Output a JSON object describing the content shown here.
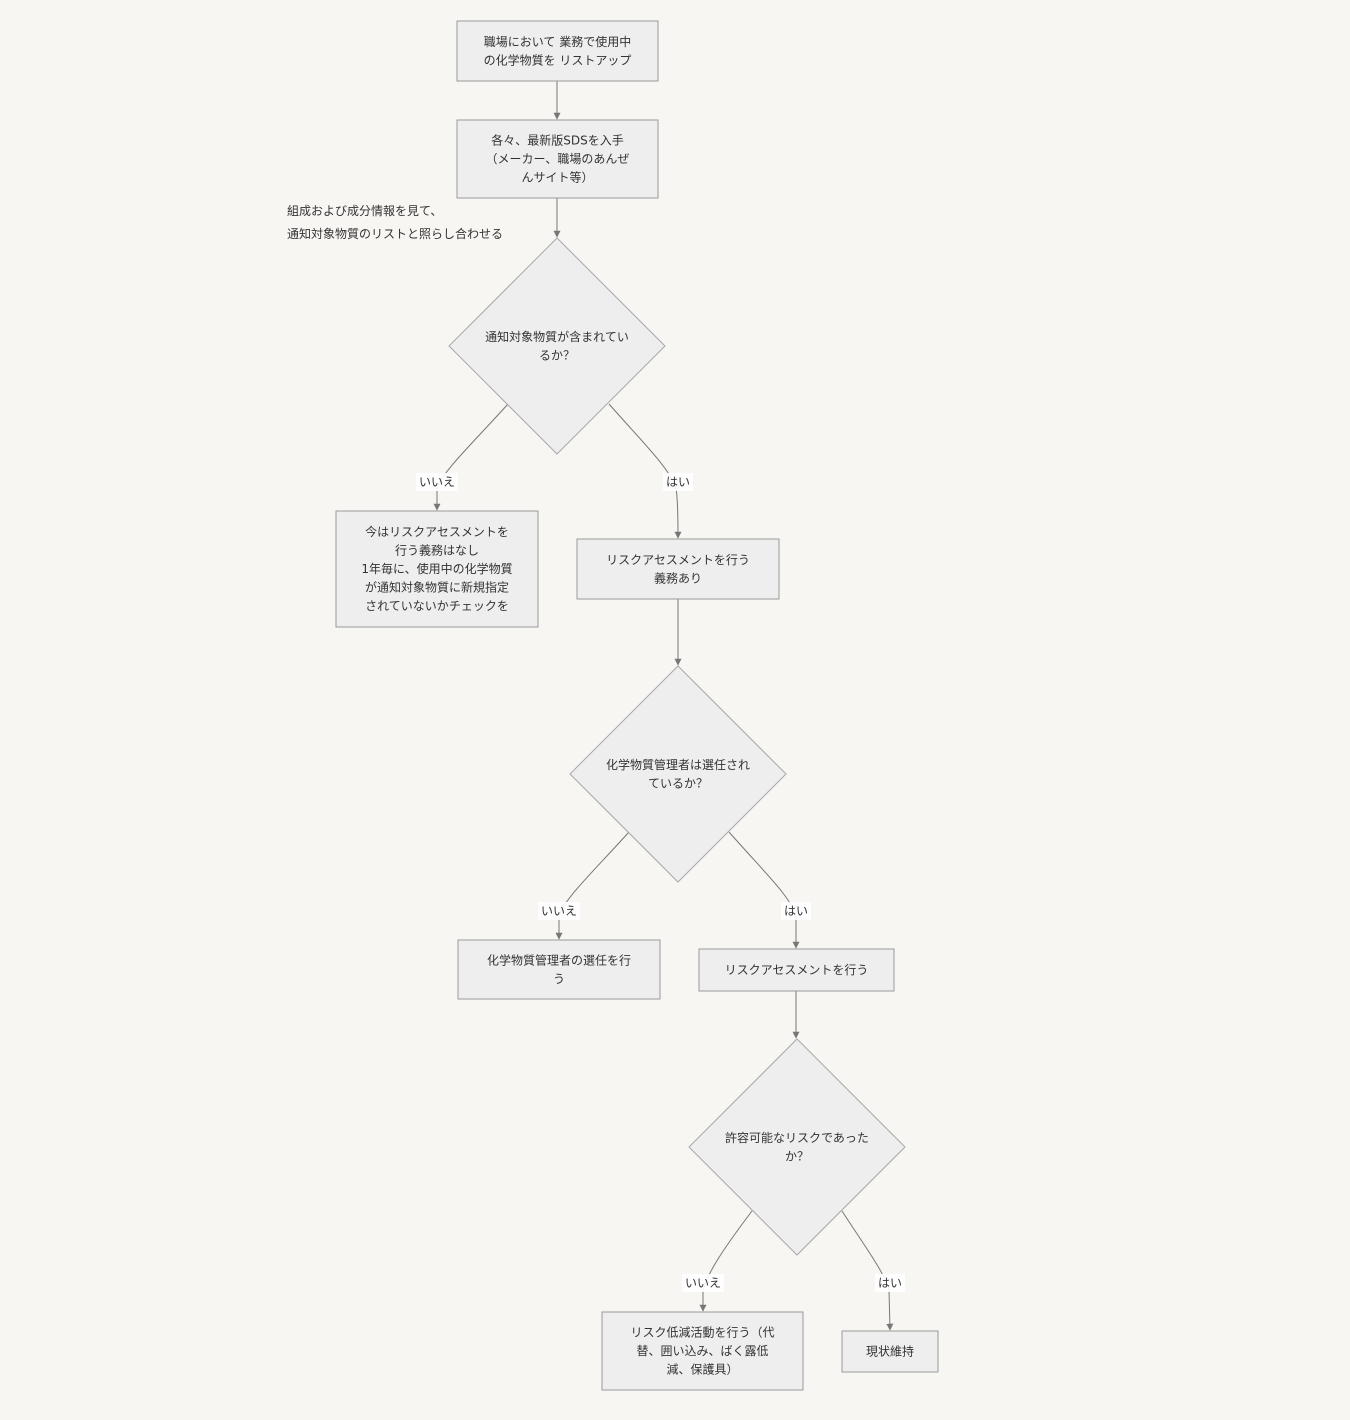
{
  "nodes": {
    "list_chemicals": {
      "lines": [
        "職場において 業務で使用中",
        "の化学物質を リストアップ"
      ]
    },
    "get_sds": {
      "lines": [
        "各々、最新版SDSを入手",
        "（メーカー、職場のあんぜ",
        "んサイト等）"
      ]
    },
    "decision_target": {
      "lines": [
        "通知対象物質が含まれてい",
        "るか？"
      ]
    },
    "no_obligation": {
      "lines": [
        "今はリスクアセスメントを",
        "行う義務はなし",
        "1年毎に、使用中の化学物質",
        "が通知対象物質に新規指定",
        "されていないかチェックを"
      ]
    },
    "obligation": {
      "lines": [
        "リスクアセスメントを行う",
        "義務あり"
      ]
    },
    "decision_manager": {
      "lines": [
        "化学物質管理者は選任され",
        "ているか？"
      ]
    },
    "appoint_manager": {
      "lines": [
        "化学物質管理者の選任を行",
        "う"
      ]
    },
    "do_assessment": {
      "lines": [
        "リスクアセスメントを行う"
      ]
    },
    "decision_risk": {
      "lines": [
        "許容可能なリスクであった",
        "か？"
      ]
    },
    "reduce_risk": {
      "lines": [
        "リスク低減活動を行う（代",
        "替、囲い込み、ばく露低",
        "減、保護具）"
      ]
    },
    "maintain": {
      "lines": [
        "現状維持"
      ]
    }
  },
  "annotation": {
    "lines": [
      "組成および成分情報を見て、",
      "通知対象物質のリストと照らし合わせる"
    ]
  },
  "edge_labels": {
    "no": "いいえ",
    "yes": "はい"
  },
  "colors": {
    "background": "#f7f6f3",
    "node_fill": "#eeeeee",
    "node_stroke": "#9a9a9a",
    "edge": "#777777",
    "text": "#333333"
  }
}
